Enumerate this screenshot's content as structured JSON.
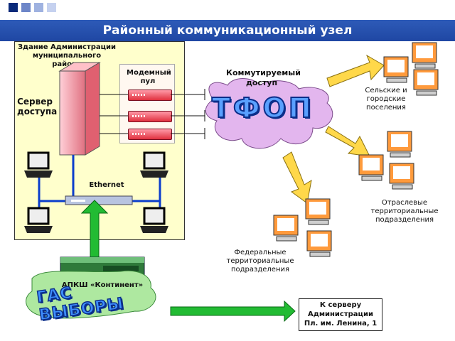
{
  "title": "Районный коммуникационный узел",
  "building": {
    "label": "Здание Администрации муниципального района",
    "server_label": "Сервер доступа",
    "modem_pool_label": "Модемный пул",
    "network_label": "Ethernet"
  },
  "switched_access_label": "Коммутируемый доступ",
  "pstn_label": "ТФОП",
  "groups": {
    "rural": "Сельские и городские поселения",
    "industry": "Отраслевые территориальные подразделения",
    "federal": "Федеральные территориальные подразделения"
  },
  "apksh_label": "АПКШ «Континент»",
  "gas_label": "ГАС ВЫБОРЫ",
  "server_box": {
    "line1": "К серверу",
    "line2": "Администрации",
    "line3": "Пл. им. Ленина, 1"
  },
  "colors": {
    "title_bar": "#2559b5",
    "building_fill": "#ffffcc",
    "network_line": "#0b3ecc",
    "arrow_yellow": "#ffd84a",
    "arrow_green": "#22bb33",
    "cloud": "#ddaaee"
  }
}
